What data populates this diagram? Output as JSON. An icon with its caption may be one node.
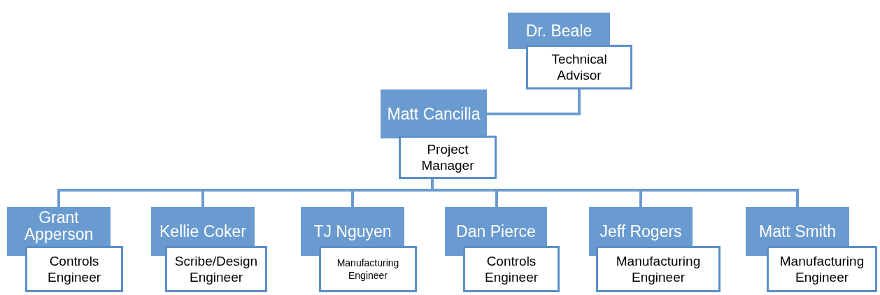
{
  "diagram": {
    "nodes": [
      {
        "text": [
          "Dr. Beale",
          "Technical Advisor"
        ]
      },
      {
        "text": [
          "Matt Cancilla",
          "Project Manager"
        ]
      },
      {
        "text": [
          "Grant Apperson",
          "Controls Engineer"
        ]
      },
      {
        "text": [
          "Kellie Coker",
          "Scribe/Design Engineer"
        ]
      },
      {
        "text": [
          "TJ Nguyen",
          "Manufacturing Engineer"
        ]
      },
      {
        "text": [
          "Dan Pierce",
          "Controls Engineer"
        ]
      },
      {
        "text": [
          "Jeff Rogers",
          "Manufacturing Engineer"
        ]
      },
      {
        "text": [
          "Matt Smith",
          "Manufacturing Engineer"
        ]
      }
    ],
    "edges": [
      {
        "from": 1,
        "to": 0,
        "arrow": "none"
      },
      {
        "from": 1,
        "to": 2,
        "arrow": "none"
      },
      {
        "from": 1,
        "to": 3,
        "arrow": "none"
      },
      {
        "from": 1,
        "to": 4,
        "arrow": "none"
      },
      {
        "from": 1,
        "to": 5,
        "arrow": "none"
      },
      {
        "from": 1,
        "to": 6,
        "arrow": "none"
      },
      {
        "from": 1,
        "to": 7,
        "arrow": "none"
      }
    ]
  }
}
